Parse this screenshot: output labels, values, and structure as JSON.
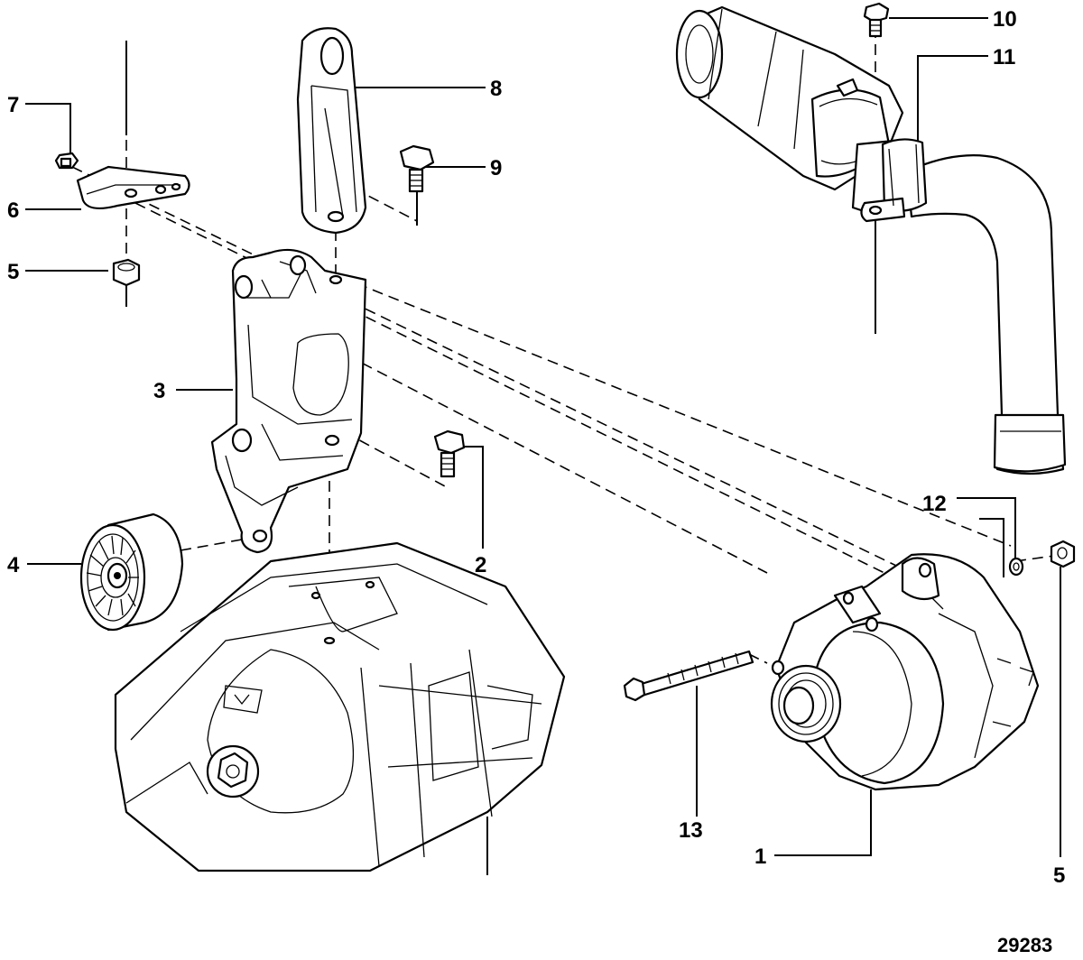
{
  "labels": [
    {
      "id": "c7",
      "text": "7"
    },
    {
      "id": "c6",
      "text": "6"
    },
    {
      "id": "c5a",
      "text": "5"
    },
    {
      "id": "c8",
      "text": "8"
    },
    {
      "id": "c9",
      "text": "9"
    },
    {
      "id": "c3",
      "text": "3"
    },
    {
      "id": "c2",
      "text": "2"
    },
    {
      "id": "c4",
      "text": "4"
    },
    {
      "id": "c10",
      "text": "10"
    },
    {
      "id": "c11",
      "text": "11"
    },
    {
      "id": "c12",
      "text": "12"
    },
    {
      "id": "c5b",
      "text": "5"
    },
    {
      "id": "c13",
      "text": "13"
    },
    {
      "id": "c1",
      "text": "1"
    }
  ],
  "figure_ref": "29283"
}
